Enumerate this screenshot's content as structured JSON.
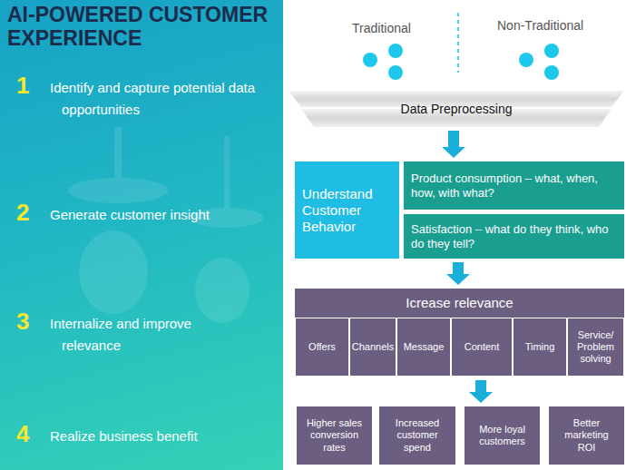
{
  "diagram": {
    "title": "AI-POWERED CUSTOMER EXPERIENCE",
    "nodes": [
      {
        "text": [
          "Data Preprocessing"
        ]
      },
      {
        "text": [
          "Understand Customer Behavior"
        ]
      },
      {
        "text": [
          "Product consumption – what, when, how, with what?"
        ]
      },
      {
        "text": [
          "Satisfaction – what do they think, who do they tell?"
        ]
      },
      {
        "text": [
          "Icrease relevance"
        ]
      },
      {
        "text": [
          "Offers"
        ],
        "in": 4
      },
      {
        "text": [
          "Channels"
        ],
        "in": 4
      },
      {
        "text": [
          "Message"
        ],
        "in": 4
      },
      {
        "text": [
          "Content"
        ],
        "in": 4
      },
      {
        "text": [
          "Timing"
        ],
        "in": 4
      },
      {
        "text": [
          "Service/ Problem solving"
        ],
        "in": 4
      },
      {
        "text": [
          "Higher sales conversion rates"
        ]
      },
      {
        "text": [
          "Increased customer spend"
        ]
      },
      {
        "text": [
          "More loyal customers"
        ]
      },
      {
        "text": [
          "Better marketing ROI"
        ]
      }
    ],
    "edges": [
      {
        "from": 0,
        "to": 2,
        "arrow": "to"
      },
      {
        "from": 3,
        "to": 4,
        "arrow": "to"
      },
      {
        "from": 4,
        "to": 13,
        "arrow": "to"
      }
    ],
    "labels": [
      "1",
      "Identify and capture potential data opportunities",
      "2",
      "Generate customer insight",
      "3",
      "Internalize and improve relevance",
      "4",
      "Realize business benefit",
      "Traditional",
      "Non-Traditional"
    ]
  }
}
